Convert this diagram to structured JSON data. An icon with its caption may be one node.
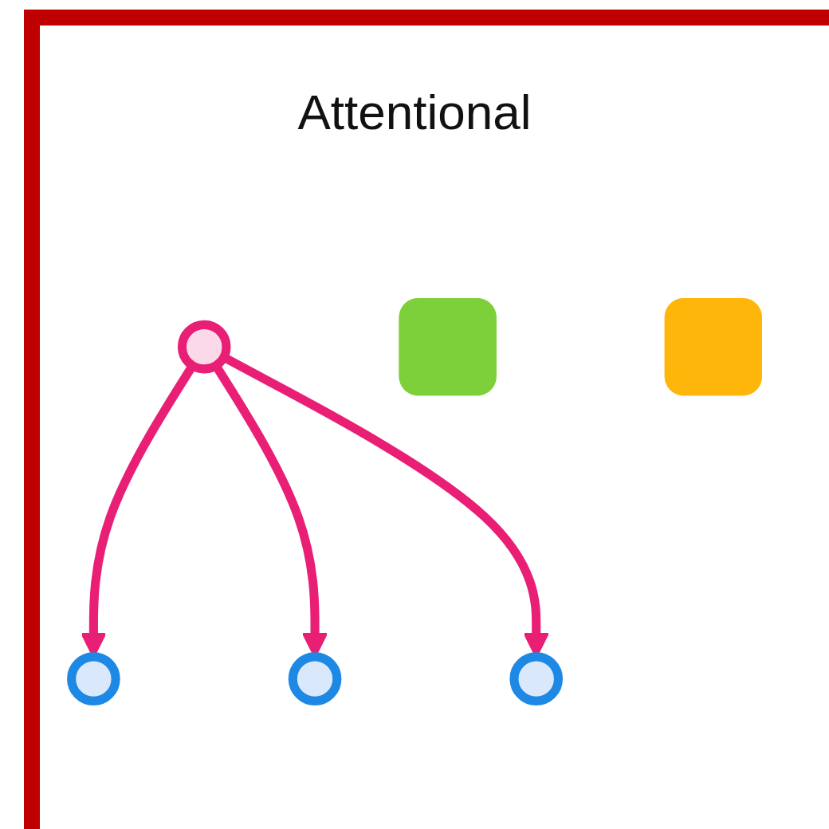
{
  "diagram": {
    "title": "Attentional",
    "nodes": [
      {
        "text": [],
        "shape": "circle"
      },
      {
        "text": [],
        "shape": "circle"
      },
      {
        "text": [],
        "shape": "circle"
      },
      {
        "text": [],
        "shape": "circle"
      },
      {
        "text": [],
        "shape": "box"
      },
      {
        "text": [],
        "shape": "box"
      }
    ],
    "edges": [
      {
        "from": 1,
        "to": 0,
        "arrow": "to"
      },
      {
        "from": 1,
        "to": 2,
        "arrow": "to"
      },
      {
        "from": 1,
        "to": 3,
        "arrow": "to"
      }
    ]
  }
}
